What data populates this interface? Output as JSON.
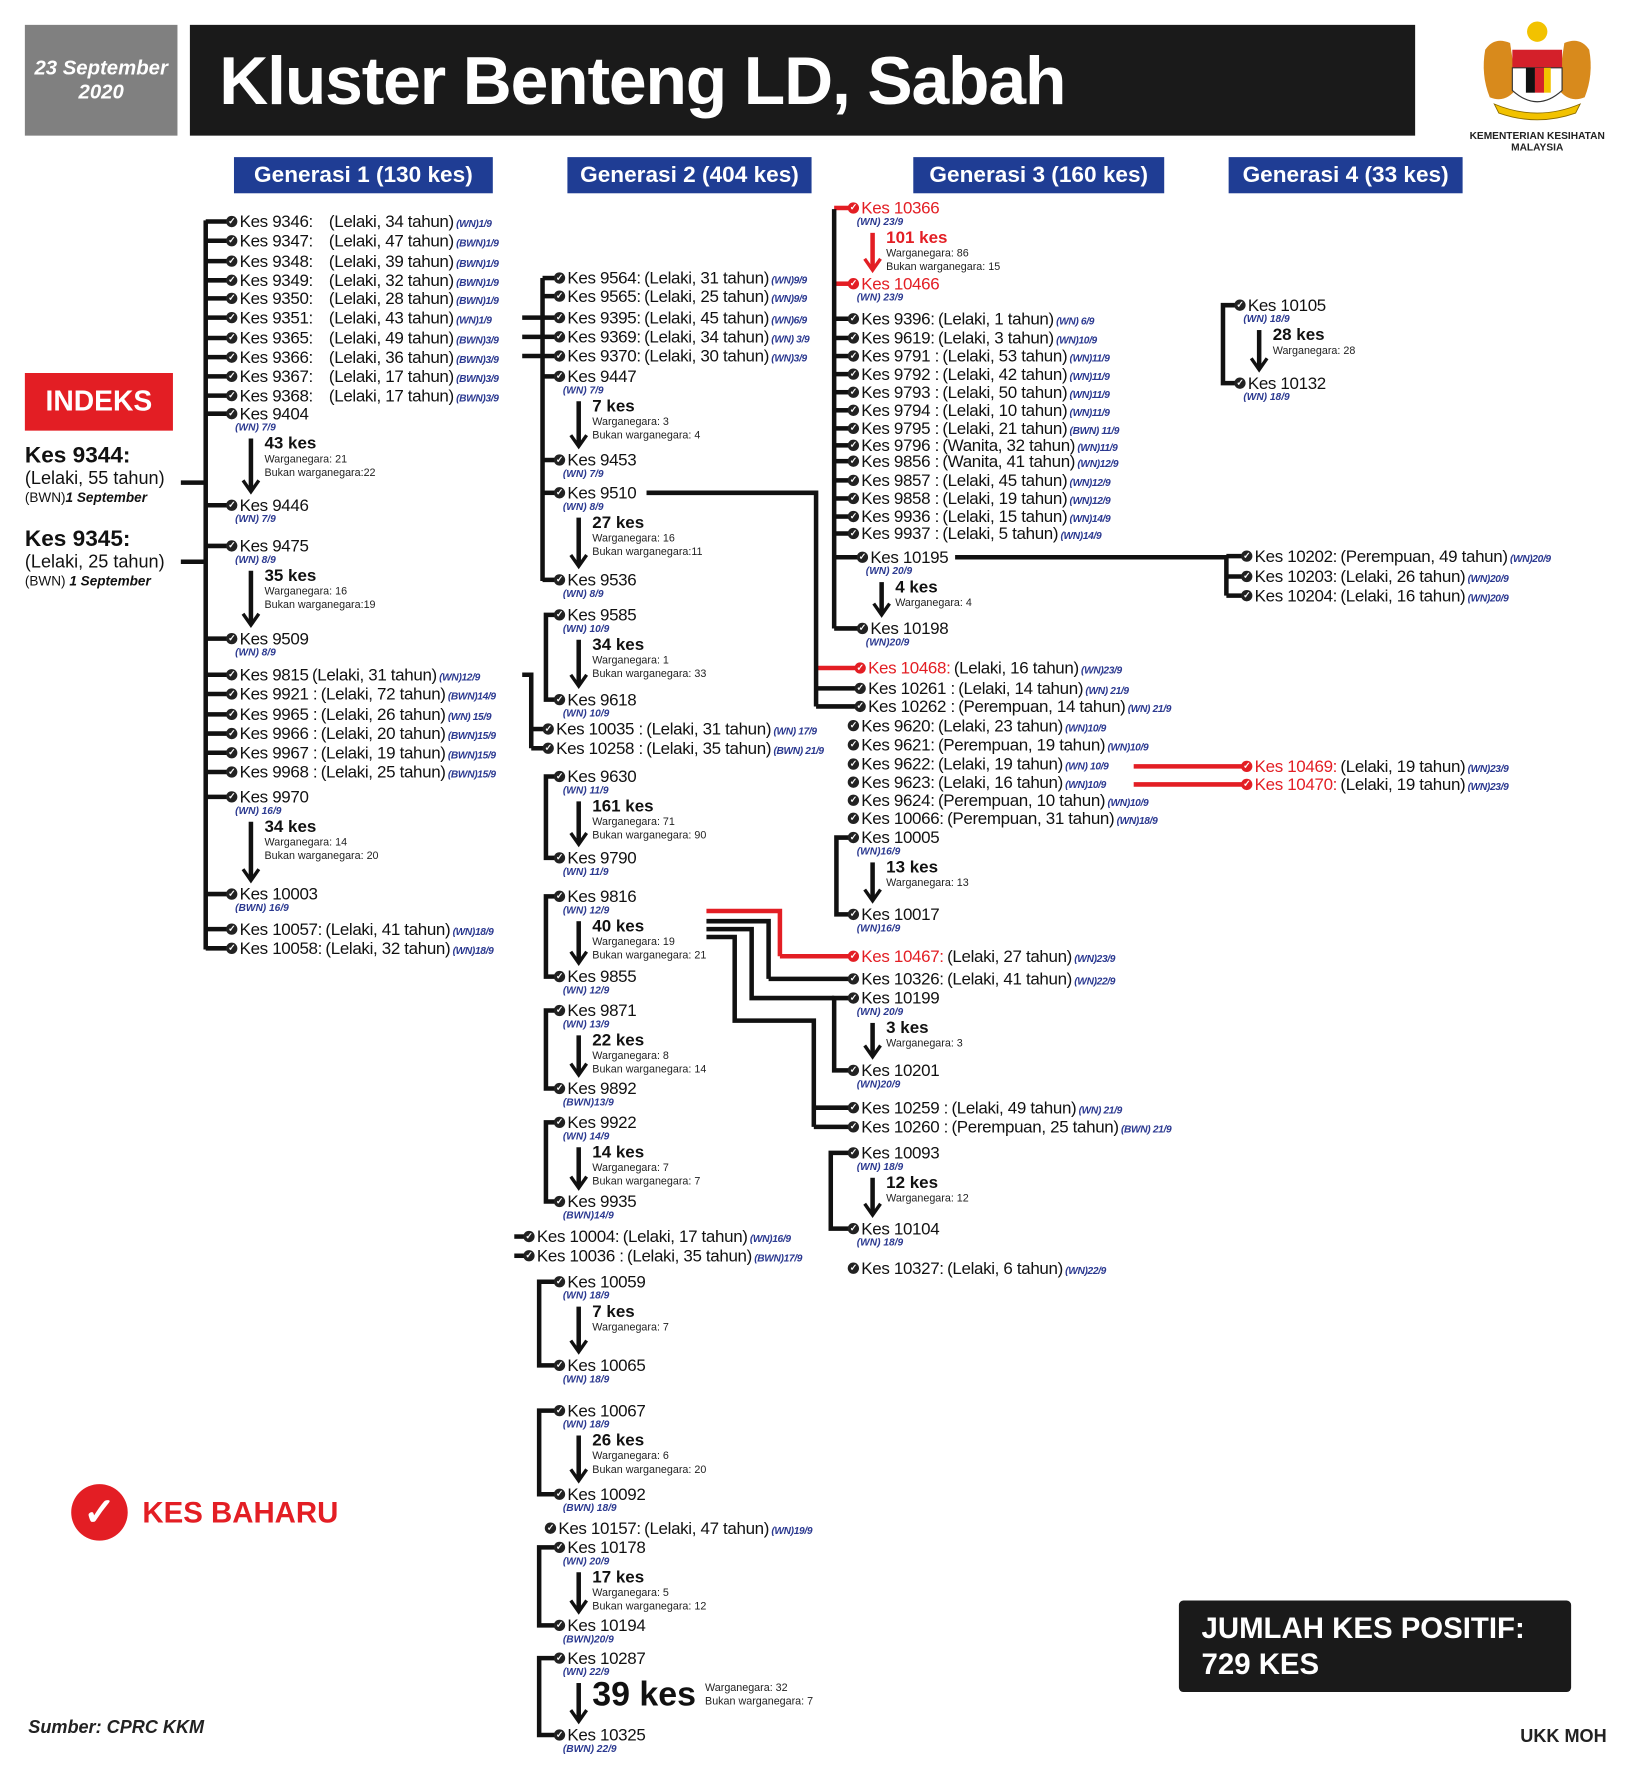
{
  "header": {
    "date_line1": "23 September",
    "date_line2": "2020",
    "title": "Kluster Benteng LD, Sabah",
    "ministry": "KEMENTERIAN KESIHATAN MALAYSIA"
  },
  "generations": [
    "Generasi 1 (130 kes)",
    "Generasi 2 (404 kes)",
    "Generasi 3 (160 kes)",
    "Generasi 4 (33 kes)"
  ],
  "index": {
    "label": "INDEKS",
    "cases": [
      {
        "kes": "Kes 9344:",
        "detail": "(Lelaki, 55 tahun)",
        "nat": "(BWN)",
        "date": "1 September"
      },
      {
        "kes": "Kes 9345:",
        "detail": "(Lelaki, 25 tahun)",
        "nat": "(BWN)",
        "date": "1 September"
      }
    ]
  },
  "columns": [
    {
      "entries": [
        {
          "kes": "Kes 9346:",
          "detail": "(Lelaki, 34 tahun)",
          "tag": "(WN)1/9"
        },
        {
          "kes": "Kes 9347:",
          "detail": "(Lelaki, 47 tahun)",
          "tag": "(BWN)1/9"
        },
        {
          "kes": "Kes 9348:",
          "detail": "(Lelaki, 39 tahun)",
          "tag": "(BWN)1/9"
        },
        {
          "kes": "Kes 9349:",
          "detail": "(Lelaki, 32 tahun)",
          "tag": "(BWN)1/9"
        },
        {
          "kes": "Kes 9350:",
          "detail": "(Lelaki, 28 tahun)",
          "tag": "(BWN)1/9"
        },
        {
          "kes": "Kes 9351:",
          "detail": "(Lelaki, 43 tahun)",
          "tag": "(WN)1/9"
        },
        {
          "kes": "Kes 9365:",
          "detail": "(Lelaki, 49 tahun)",
          "tag": "(BWN)3/9"
        },
        {
          "kes": "Kes 9366:",
          "detail": "(Lelaki, 36 tahun)",
          "tag": "(BWN)3/9"
        },
        {
          "kes": "Kes 9367:",
          "detail": "(Lelaki, 17 tahun)",
          "tag": "(BWN)3/9"
        },
        {
          "kes": "Kes 9368:",
          "detail": "(Lelaki, 17 tahun)",
          "tag": "(BWN)3/9"
        },
        {
          "from": {
            "kes": "Kes 9404",
            "tag": "(WN) 7/9"
          },
          "to": {
            "kes": "Kes 9446",
            "tag": "(WN) 7/9"
          },
          "count": "43 kes",
          "lines": [
            "Warganegara: 21",
            "Bukan warganegara:22"
          ]
        },
        {
          "from": {
            "kes": "Kes 9475",
            "tag": "(WN) 8/9"
          },
          "to": {
            "kes": "Kes 9509",
            "tag": "(WN) 8/9"
          },
          "count": "35 kes",
          "lines": [
            "Warganegara: 16",
            "Bukan warganegara:19"
          ]
        },
        {
          "kes": "Kes 9815",
          "detail": "(Lelaki, 31 tahun)",
          "tag": "(WN)12/9"
        },
        {
          "kes": "Kes 9921 :",
          "detail": "(Lelaki, 72 tahun)",
          "tag": "(BWN)14/9"
        },
        {
          "kes": "Kes 9965 :",
          "detail": "(Lelaki, 26 tahun)",
          "tag": "(WN) 15/9"
        },
        {
          "kes": "Kes 9966 :",
          "detail": "(Lelaki, 20 tahun)",
          "tag": "(BWN)15/9"
        },
        {
          "kes": "Kes 9967 :",
          "detail": "(Lelaki, 19 tahun)",
          "tag": "(BWN)15/9"
        },
        {
          "kes": "Kes 9968 :",
          "detail": "(Lelaki, 25 tahun)",
          "tag": "(BWN)15/9"
        },
        {
          "from": {
            "kes": "Kes 9970",
            "tag": "(WN) 16/9"
          },
          "to": {
            "kes": "Kes 10003",
            "tag": "(BWN) 16/9"
          },
          "count": "34 kes",
          "lines": [
            "Warganegara: 14",
            "Bukan warganegara: 20"
          ]
        },
        {
          "kes": "Kes 10057:",
          "detail": "(Lelaki, 41 tahun)",
          "tag": "(WN)18/9"
        },
        {
          "kes": "Kes 10058:",
          "detail": "(Lelaki, 32 tahun)",
          "tag": "(WN)18/9"
        }
      ]
    },
    {
      "entries": [
        {
          "kes": "Kes 9564:",
          "detail": "(Lelaki, 31 tahun)",
          "tag": "(WN)9/9"
        },
        {
          "kes": "Kes 9565:",
          "detail": "(Lelaki, 25 tahun)",
          "tag": "(WN)9/9"
        },
        {
          "kes": "Kes 9395:",
          "detail": "(Lelaki, 45 tahun)",
          "tag": "(WN)6/9"
        },
        {
          "kes": "Kes 9369:",
          "detail": "(Lelaki, 34 tahun)",
          "tag": "(WN) 3/9"
        },
        {
          "kes": "Kes 9370:",
          "detail": "(Lelaki, 30 tahun)",
          "tag": "(WN)3/9"
        },
        {
          "from": {
            "kes": "Kes 9447",
            "tag": "(WN) 7/9"
          },
          "to": {
            "kes": "Kes 9453",
            "tag": "(WN) 7/9"
          },
          "count": "7 kes",
          "lines": [
            "Warganegara: 3",
            "Bukan warganegara: 4"
          ]
        },
        {
          "from": {
            "kes": "Kes 9510",
            "tag": "(WN) 8/9"
          },
          "to": {
            "kes": "Kes 9536",
            "tag": "(WN) 8/9"
          },
          "count": "27 kes",
          "lines": [
            "Warganegara: 16",
            "Bukan warganegara:11"
          ]
        },
        {
          "from": {
            "kes": "Kes 9585",
            "tag": "(WN) 10/9"
          },
          "to": {
            "kes": "Kes 9618",
            "tag": "(WN) 10/9"
          },
          "count": "34 kes",
          "lines": [
            "Warganegara: 1",
            "Bukan warganegara: 33"
          ]
        },
        {
          "kes": "Kes 10035 :",
          "detail": "(Lelaki, 31 tahun)",
          "tag": "(WN) 17/9"
        },
        {
          "kes": "Kes 10258 :",
          "detail": "(Lelaki, 35 tahun)",
          "tag": "(BWN) 21/9"
        },
        {
          "from": {
            "kes": "Kes 9630",
            "tag": "(WN) 11/9"
          },
          "to": {
            "kes": "Kes 9790",
            "tag": "(WN) 11/9"
          },
          "count": "161 kes",
          "lines": [
            "Warganegara: 71",
            "Bukan warganegara: 90"
          ]
        },
        {
          "from": {
            "kes": "Kes 9816",
            "tag": "(WN) 12/9"
          },
          "to": {
            "kes": "Kes 9855",
            "tag": "(WN) 12/9"
          },
          "count": "40 kes",
          "lines": [
            "Warganegara: 19",
            "Bukan warganegara: 21"
          ]
        },
        {
          "from": {
            "kes": "Kes 9871",
            "tag": "(WN) 13/9"
          },
          "to": {
            "kes": "Kes 9892",
            "tag": "(BWN)13/9"
          },
          "count": "22 kes",
          "lines": [
            "Warganegara: 8",
            "Bukan warganegara: 14"
          ]
        },
        {
          "from": {
            "kes": "Kes 9922",
            "tag": "(WN) 14/9"
          },
          "to": {
            "kes": "Kes 9935",
            "tag": "(BWN)14/9"
          },
          "count": "14 kes",
          "lines": [
            "Warganegara: 7",
            "Bukan warganegara: 7"
          ]
        },
        {
          "kes": "Kes 10004:",
          "detail": "(Lelaki, 17 tahun)",
          "tag": "(WN)16/9"
        },
        {
          "kes": "Kes 10036 :",
          "detail": "(Lelaki, 35 tahun)",
          "tag": "(BWN)17/9"
        },
        {
          "from": {
            "kes": "Kes 10059",
            "tag": "(WN) 18/9"
          },
          "to": {
            "kes": "Kes 10065",
            "tag": "(WN) 18/9"
          },
          "count": "7 kes",
          "lines": [
            "Warganegara: 7"
          ]
        },
        {
          "from": {
            "kes": "Kes 10067",
            "tag": "(WN) 18/9"
          },
          "to": {
            "kes": "Kes 10092",
            "tag": "(BWN) 18/9"
          },
          "count": "26 kes",
          "lines": [
            "Warganegara: 6",
            "Bukan warganegara: 20"
          ]
        },
        {
          "kes": "Kes 10157:",
          "detail": "(Lelaki, 47 tahun)",
          "tag": "(WN)19/9"
        },
        {
          "from": {
            "kes": "Kes 10178",
            "tag": "(WN) 20/9"
          },
          "to": {
            "kes": "Kes 10194",
            "tag": "(BWN)20/9"
          },
          "count": "17 kes",
          "lines": [
            "Warganegara: 5",
            "Bukan warganegara: 12"
          ]
        },
        {
          "from": {
            "kes": "Kes 10287",
            "tag": "(WN) 22/9"
          },
          "to": {
            "kes": "Kes 10325",
            "tag": "(BWN) 22/9"
          },
          "count": "39 kes",
          "lines": [
            "Warganegara: 32",
            "Bukan warganegara: 7"
          ]
        }
      ]
    },
    {
      "entries": [
        {
          "from": {
            "kes": "Kes 10366",
            "tag": "(WN) 23/9",
            "new": true
          },
          "to": {
            "kes": "Kes 10466",
            "tag": "(WN) 23/9",
            "new": true
          },
          "count": "101 kes",
          "lines": [
            "Warganegara: 86",
            "Bukan warganegara: 15"
          ],
          "new": true
        },
        {
          "kes": "Kes 9396:",
          "detail": "(Lelaki, 1 tahun)",
          "tag": "(WN) 6/9"
        },
        {
          "kes": "Kes 9619:",
          "detail": "(Lelaki, 3 tahun)",
          "tag": "(WN)10/9"
        },
        {
          "kes": "Kes 9791 :",
          "detail": "(Lelaki, 53 tahun)",
          "tag": "(WN)11/9"
        },
        {
          "kes": "Kes 9792 :",
          "detail": "(Lelaki, 42 tahun)",
          "tag": "(WN)11/9"
        },
        {
          "kes": "Kes 9793 :",
          "detail": "(Lelaki, 50 tahun)",
          "tag": "(WN)11/9"
        },
        {
          "kes": "Kes 9794 :",
          "detail": "(Lelaki, 10 tahun)",
          "tag": "(WN)11/9"
        },
        {
          "kes": "Kes 9795 :",
          "detail": "(Lelaki, 21 tahun)",
          "tag": "(BWN) 11/9"
        },
        {
          "kes": "Kes 9796 :",
          "detail": "(Wanita, 32 tahun)",
          "tag": "(WN)11/9"
        },
        {
          "kes": "Kes 9856 :",
          "detail": "(Wanita, 41 tahun)",
          "tag": "(WN)12/9"
        },
        {
          "kes": "Kes 9857 :",
          "detail": "(Lelaki, 45 tahun)",
          "tag": "(WN)12/9"
        },
        {
          "kes": "Kes 9858 :",
          "detail": "(Lelaki, 19 tahun)",
          "tag": "(WN)12/9"
        },
        {
          "kes": "Kes 9936 :",
          "detail": "(Lelaki, 15 tahun)",
          "tag": "(WN)14/9"
        },
        {
          "kes": "Kes 9937 :",
          "detail": "(Lelaki, 5 tahun)",
          "tag": "(WN)14/9"
        },
        {
          "from": {
            "kes": "Kes 10195",
            "tag": "(WN) 20/9"
          },
          "to": {
            "kes": "Kes 10198",
            "tag": "(WN)20/9"
          },
          "count": "4 kes",
          "lines": [
            "Warganegara: 4"
          ]
        },
        {
          "kes": "Kes 10468:",
          "detail": "(Lelaki, 16 tahun)",
          "tag": "(WN)23/9",
          "new": true
        },
        {
          "kes": "Kes 10261 :",
          "detail": "(Lelaki, 14 tahun)",
          "tag": "(WN) 21/9"
        },
        {
          "kes": "Kes 10262 :",
          "detail": "(Perempuan, 14 tahun)",
          "tag": "(WN) 21/9"
        },
        {
          "kes": "Kes 9620:",
          "detail": "(Lelaki, 23 tahun)",
          "tag": "(WN)10/9"
        },
        {
          "kes": "Kes 9621:",
          "detail": "(Perempuan, 19 tahun)",
          "tag": "(WN)10/9"
        },
        {
          "kes": "Kes 9622:",
          "detail": "(Lelaki, 19 tahun)",
          "tag": "(WN) 10/9"
        },
        {
          "kes": "Kes 9623:",
          "detail": "(Lelaki, 16 tahun)",
          "tag": "(WN)10/9"
        },
        {
          "kes": "Kes 9624:",
          "detail": "(Perempuan, 10 tahun)",
          "tag": "(WN)10/9"
        },
        {
          "kes": "Kes 10066:",
          "detail": "(Perempuan, 31 tahun)",
          "tag": "(WN)18/9"
        },
        {
          "from": {
            "kes": "Kes 10005",
            "tag": "(WN)16/9"
          },
          "to": {
            "kes": "Kes 10017",
            "tag": "(WN)16/9"
          },
          "count": "13 kes",
          "lines": [
            "Warganegara: 13"
          ]
        },
        {
          "kes": "Kes 10467:",
          "detail": "(Lelaki, 27 tahun)",
          "tag": "(WN)23/9",
          "new": true
        },
        {
          "kes": "Kes 10326:",
          "detail": "(Lelaki, 41 tahun)",
          "tag": "(WN)22/9"
        },
        {
          "from": {
            "kes": "Kes 10199",
            "tag": "(WN) 20/9"
          },
          "to": {
            "kes": "Kes 10201",
            "tag": "(WN)20/9"
          },
          "count": "3 kes",
          "lines": [
            "Warganegara: 3"
          ]
        },
        {
          "kes": "Kes 10259 :",
          "detail": "(Lelaki, 49 tahun)",
          "tag": "(WN) 21/9"
        },
        {
          "kes": "Kes 10260 :",
          "detail": "(Perempuan, 25 tahun)",
          "tag": "(BWN) 21/9"
        },
        {
          "from": {
            "kes": "Kes 10093",
            "tag": "(WN) 18/9"
          },
          "to": {
            "kes": "Kes 10104",
            "tag": "(WN) 18/9"
          },
          "count": "12 kes",
          "lines": [
            "Warganegara: 12"
          ]
        },
        {
          "kes": "Kes 10327:",
          "detail": "(Lelaki, 6 tahun)",
          "tag": "(WN)22/9"
        }
      ]
    },
    {
      "entries": [
        {
          "from": {
            "kes": "Kes 10105",
            "tag": "(WN) 18/9"
          },
          "to": {
            "kes": "Kes 10132",
            "tag": "(WN) 18/9"
          },
          "count": "28 kes",
          "lines": [
            "Warganegara: 28"
          ]
        },
        {
          "kes": "Kes 10202:",
          "detail": "(Perempuan, 49 tahun)",
          "tag": "(WN)20/9"
        },
        {
          "kes": "Kes 10203:",
          "detail": "(Lelaki, 26 tahun)",
          "tag": "(WN)20/9"
        },
        {
          "kes": "Kes 10204:",
          "detail": "(Lelaki, 16 tahun)",
          "tag": "(WN)20/9"
        },
        {
          "kes": "Kes 10469:",
          "detail": "(Lelaki, 19 tahun)",
          "tag": "(WN)23/9",
          "new": true
        },
        {
          "kes": "Kes 10470:",
          "detail": "(Lelaki, 19 tahun)",
          "tag": "(WN)23/9",
          "new": true
        }
      ]
    }
  ],
  "legend": {
    "new_case": "KES BAHARU"
  },
  "total": {
    "line1": "JUMLAH KES POSITIF:",
    "line2": "729 KES"
  },
  "source": "Sumber: CPRC KKM",
  "credit": "UKK MOH",
  "colors": {
    "red": "#e31e24",
    "navy": "#1f3d94",
    "black": "#1a1a1a",
    "gray": "#808080",
    "tag": "#2b3990"
  }
}
